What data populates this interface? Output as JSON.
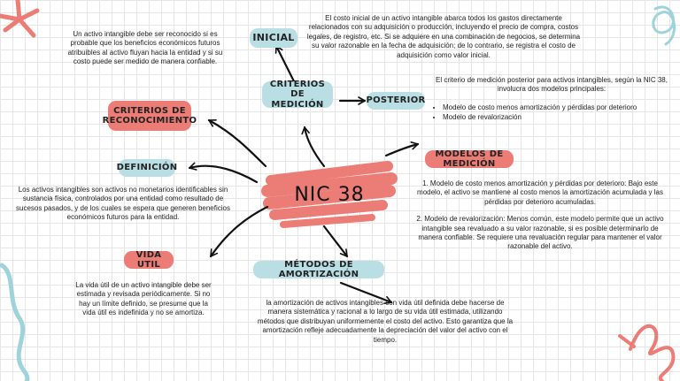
{
  "center": {
    "title": "NIC 38"
  },
  "nodes": {
    "inicial": "INICIAL",
    "criterios_medicion": "CRITERIOS DE MEDICIÓN",
    "posterior": "POSTERIOR",
    "criterios_reconocimiento": "CRITERIOS DE RECONOCIMIENTO",
    "definicion": "DEFINICIÓN",
    "modelos_medicion": "MODELOS DE MEDICIÓN",
    "vida_util": "VIDA UTIL",
    "metodos_amortizacion": "MÉTODOS DE AMORTIZACIÓN"
  },
  "texts": {
    "reconocimiento": "Un activo intangible debe ser reconocido si es probable que los beneficios económicos futuros atribuibles al activo fluyan hacia la entidad y si su costo puede ser medido de manera confiable.",
    "inicial": "El costo inicial de un activo intangible abarca todos los gastos directamente relacionados con su adquisición o producción, incluyendo el precio de compra, costos legales, de registro, etc. Si se adquiere en una combinación de negocios, se determina su valor razonable en la fecha de adquisición; de lo contrario, se registra el costo de adquisición como valor inicial.",
    "posterior_intro": "El criterio de medición posterior para activos intangibles, según la NIC 38, involucra dos modelos principales:",
    "posterior_items": [
      "Modelo de costo menos amortización y pérdidas por deterioro",
      "Modelo de revalorización"
    ],
    "definicion": "Los activos intangibles son activos no monetarios identificables sin sustancia física, controlados por una entidad como resultado de sucesos pasados, y de los cuales se espera que generen beneficios económicos futuros para la entidad.",
    "modelos_1": "1.    Modelo de costo menos amortización y pérdidas por deterioro: Bajo este modelo, el activo se mantiene al costo menos la amortización acumulada y las pérdidas por deterioro acumuladas.",
    "modelos_2": "2.        Modelo de revalorización: Menos común, este modelo permite que un activo intangible sea revaluado a su valor razonable, si es posible determinarlo de manera confiable. Se requiere una revaluación regular para mantener el valor razonable del activo.",
    "vida_util": "La vida útil de un activo intangible debe ser estimada y revisada periódicamente. Si no hay un límite definido, se presume que la vida útil es indefinida y no se amortiza.",
    "amortizacion": "la amortización de activos intangibles con vida útil definida debe hacerse de manera sistemática y racional a lo largo de su vida útil estimada, utilizando métodos que distribuyan uniformemente el costo del activo. Esto garantiza que la amortización refleje adecuadamente la depreciación del valor del activo con el tiempo."
  },
  "colors": {
    "blue": "#b9dfe4",
    "red": "#ec7d76",
    "ink": "#111111"
  }
}
